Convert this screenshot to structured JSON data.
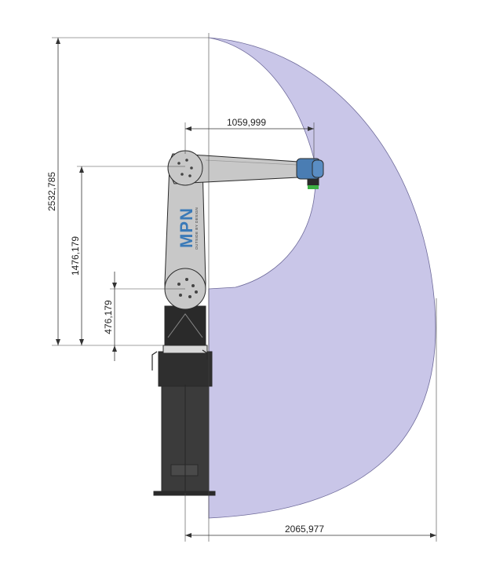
{
  "dimensions": {
    "total_height": "2532,785",
    "elbow_height": "1476,179",
    "shoulder_height": "476,179",
    "arm_reach": "1059,999",
    "max_reach": "2065,977"
  },
  "logo": {
    "text": "MPN",
    "subtext": "OUTSIDE BY DESIGN"
  },
  "colors": {
    "workspace": "#c9c6e8",
    "workspace_edge": "#6e6a9a",
    "arm": "#c8c8c8",
    "arm_dark": "#8c8c8c",
    "base": "#3b3b3b",
    "base_dark": "#2a2a2a",
    "logo": "#3a7ab8",
    "wrist": "#4a7db3",
    "tool": "#3cb043"
  }
}
